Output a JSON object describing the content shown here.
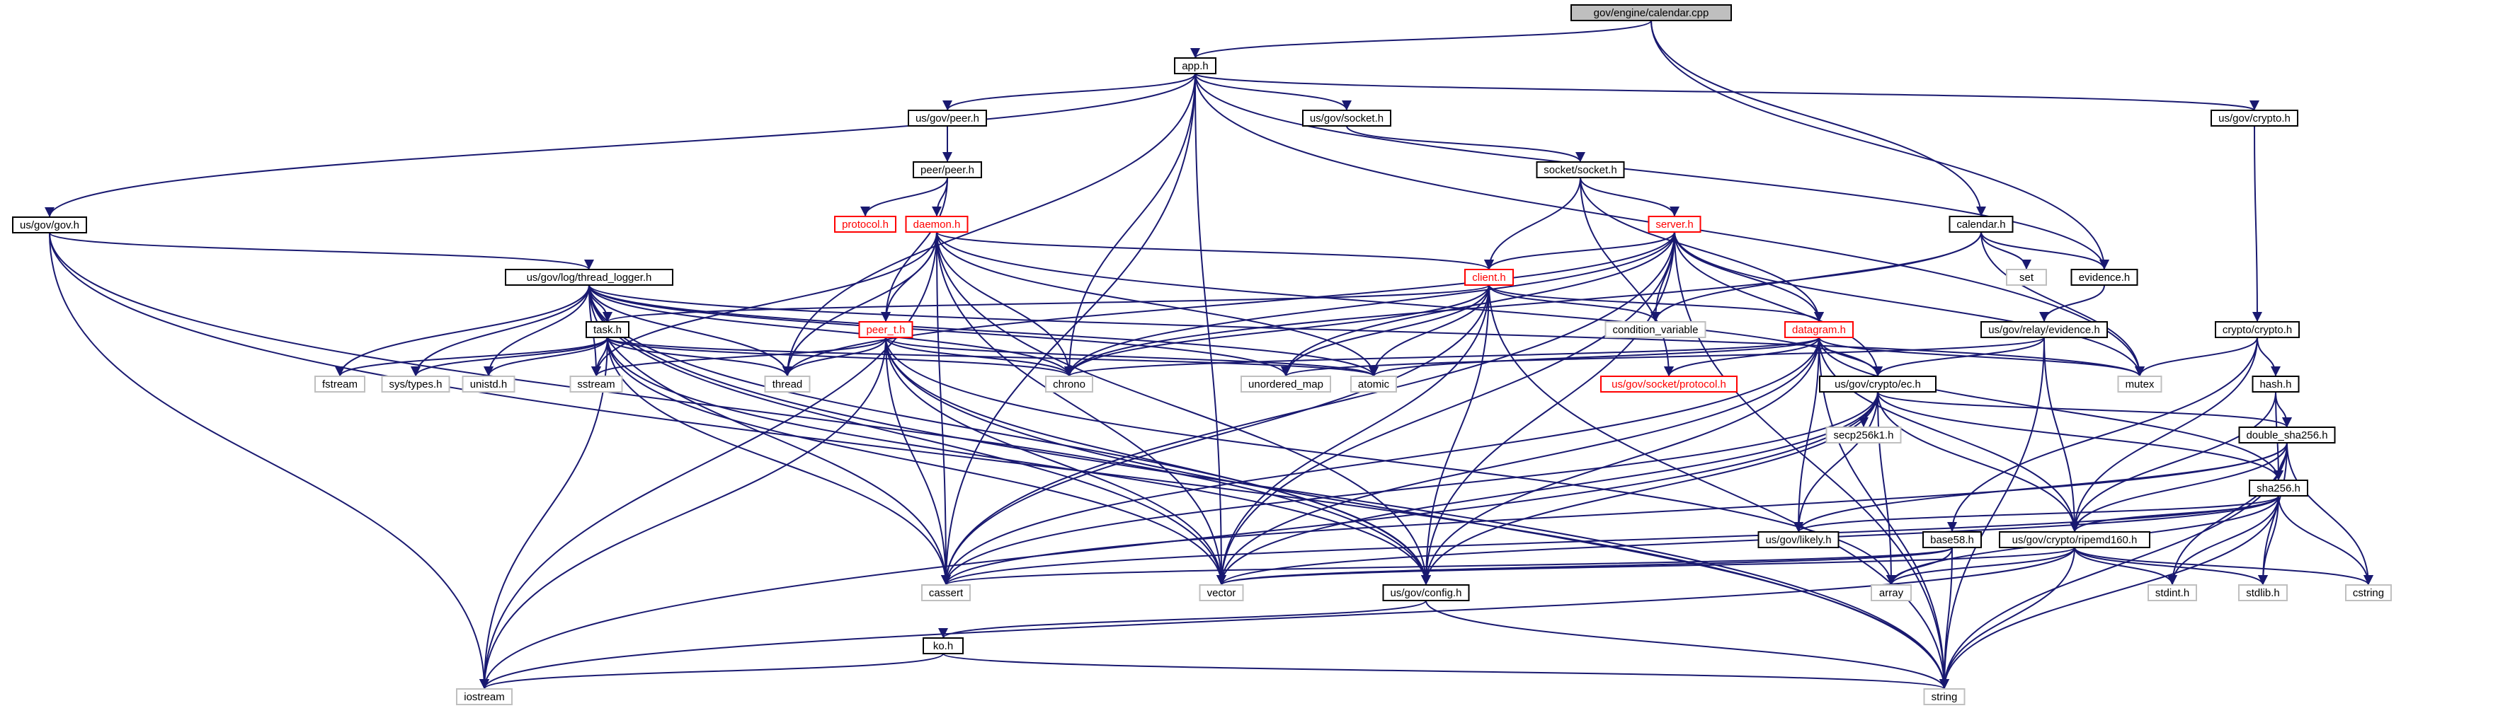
{
  "colors": {
    "edge": "#191970",
    "root_fill": "#bfbfbf",
    "node_fill": "#ffffff",
    "node_border": "#000000",
    "leaf_border": "#bfbfbf",
    "red_border": "#ff0000",
    "red_text": "#ff0000"
  },
  "nodes": [
    {
      "id": "root",
      "label": "gov/engine/calendar.cpp",
      "style": "root"
    },
    {
      "id": "app",
      "label": "app.h",
      "style": "normal"
    },
    {
      "id": "gov",
      "label": "us/gov/gov.h",
      "style": "normal"
    },
    {
      "id": "uspeer",
      "label": "us/gov/peer.h",
      "style": "normal"
    },
    {
      "id": "ussocket",
      "label": "us/gov/socket.h",
      "style": "normal"
    },
    {
      "id": "uscrypto",
      "label": "us/gov/crypto.h",
      "style": "normal"
    },
    {
      "id": "peerpeer",
      "label": "peer/peer.h",
      "style": "normal"
    },
    {
      "id": "socketsocket",
      "label": "socket/socket.h",
      "style": "normal"
    },
    {
      "id": "protocol",
      "label": "protocol.h",
      "style": "red"
    },
    {
      "id": "daemon",
      "label": "daemon.h",
      "style": "red"
    },
    {
      "id": "server",
      "label": "server.h",
      "style": "red"
    },
    {
      "id": "calendar",
      "label": "calendar.h",
      "style": "normal"
    },
    {
      "id": "threadlogger",
      "label": "us/gov/log/thread_logger.h",
      "style": "normal"
    },
    {
      "id": "client",
      "label": "client.h",
      "style": "red"
    },
    {
      "id": "set",
      "label": "set",
      "style": "leaf"
    },
    {
      "id": "evidence",
      "label": "evidence.h",
      "style": "normal"
    },
    {
      "id": "task",
      "label": "task.h",
      "style": "normal"
    },
    {
      "id": "peert",
      "label": "peer_t.h",
      "style": "red"
    },
    {
      "id": "condvar",
      "label": "condition_variable",
      "style": "leaf"
    },
    {
      "id": "datagram",
      "label": "datagram.h",
      "style": "red"
    },
    {
      "id": "relayevidence",
      "label": "us/gov/relay/evidence.h",
      "style": "normal"
    },
    {
      "id": "cryptocrypto",
      "label": "crypto/crypto.h",
      "style": "normal"
    },
    {
      "id": "fstream",
      "label": "fstream",
      "style": "leaf"
    },
    {
      "id": "systypes",
      "label": "sys/types.h",
      "style": "leaf"
    },
    {
      "id": "unistd",
      "label": "unistd.h",
      "style": "leaf"
    },
    {
      "id": "sstream",
      "label": "sstream",
      "style": "leaf"
    },
    {
      "id": "thread",
      "label": "thread",
      "style": "leaf"
    },
    {
      "id": "chrono",
      "label": "chrono",
      "style": "leaf"
    },
    {
      "id": "unorderedmap",
      "label": "unordered_map",
      "style": "leaf"
    },
    {
      "id": "atomic",
      "label": "atomic",
      "style": "leaf"
    },
    {
      "id": "socketprotocol",
      "label": "us/gov/socket/protocol.h",
      "style": "red"
    },
    {
      "id": "ec",
      "label": "us/gov/crypto/ec.h",
      "style": "normal"
    },
    {
      "id": "mutex",
      "label": "mutex",
      "style": "leaf"
    },
    {
      "id": "hash",
      "label": "hash.h",
      "style": "normal"
    },
    {
      "id": "secp",
      "label": "secp256k1.h",
      "style": "leaf"
    },
    {
      "id": "doublesha",
      "label": "double_sha256.h",
      "style": "normal"
    },
    {
      "id": "sha256",
      "label": "sha256.h",
      "style": "normal"
    },
    {
      "id": "likely",
      "label": "us/gov/likely.h",
      "style": "normal"
    },
    {
      "id": "base58",
      "label": "base58.h",
      "style": "normal"
    },
    {
      "id": "ripemd",
      "label": "us/gov/crypto/ripemd160.h",
      "style": "normal"
    },
    {
      "id": "cassert",
      "label": "cassert",
      "style": "leaf"
    },
    {
      "id": "vector",
      "label": "vector",
      "style": "leaf"
    },
    {
      "id": "config",
      "label": "us/gov/config.h",
      "style": "normal"
    },
    {
      "id": "array",
      "label": "array",
      "style": "leaf"
    },
    {
      "id": "stdint",
      "label": "stdint.h",
      "style": "leaf"
    },
    {
      "id": "stdlib",
      "label": "stdlib.h",
      "style": "leaf"
    },
    {
      "id": "cstring",
      "label": "cstring",
      "style": "leaf"
    },
    {
      "id": "ko",
      "label": "ko.h",
      "style": "normal"
    },
    {
      "id": "iostream",
      "label": "iostream",
      "style": "leaf"
    },
    {
      "id": "string",
      "label": "string",
      "style": "leaf"
    }
  ],
  "edges": [
    [
      "root",
      "app"
    ],
    [
      "root",
      "calendar"
    ],
    [
      "root",
      "evidence"
    ],
    [
      "app",
      "gov"
    ],
    [
      "app",
      "uspeer"
    ],
    [
      "app",
      "ussocket"
    ],
    [
      "app",
      "uscrypto"
    ],
    [
      "app",
      "evidence"
    ],
    [
      "app",
      "mutex"
    ],
    [
      "app",
      "chrono"
    ],
    [
      "app",
      "thread"
    ],
    [
      "app",
      "cassert"
    ],
    [
      "app",
      "vector"
    ],
    [
      "gov",
      "threadlogger"
    ],
    [
      "gov",
      "config"
    ],
    [
      "gov",
      "iostream"
    ],
    [
      "gov",
      "string"
    ],
    [
      "uspeer",
      "peerpeer"
    ],
    [
      "ussocket",
      "socketsocket"
    ],
    [
      "uscrypto",
      "cryptocrypto"
    ],
    [
      "peerpeer",
      "protocol"
    ],
    [
      "peerpeer",
      "daemon"
    ],
    [
      "peerpeer",
      "peert"
    ],
    [
      "socketsocket",
      "server"
    ],
    [
      "socketsocket",
      "client"
    ],
    [
      "socketsocket",
      "datagram"
    ],
    [
      "socketsocket",
      "socketprotocol"
    ],
    [
      "daemon",
      "client"
    ],
    [
      "daemon",
      "peert"
    ],
    [
      "daemon",
      "thread"
    ],
    [
      "daemon",
      "chrono"
    ],
    [
      "daemon",
      "vector"
    ],
    [
      "daemon",
      "config"
    ],
    [
      "daemon",
      "atomic"
    ],
    [
      "daemon",
      "sstream"
    ],
    [
      "daemon",
      "iostream"
    ],
    [
      "daemon",
      "cassert"
    ],
    [
      "daemon",
      "ec"
    ],
    [
      "server",
      "client"
    ],
    [
      "server",
      "datagram"
    ],
    [
      "server",
      "condvar"
    ],
    [
      "server",
      "mutex"
    ],
    [
      "server",
      "thread"
    ],
    [
      "server",
      "unorderedmap"
    ],
    [
      "server",
      "chrono"
    ],
    [
      "server",
      "vector"
    ],
    [
      "server",
      "cassert"
    ],
    [
      "server",
      "string"
    ],
    [
      "server",
      "config"
    ],
    [
      "server",
      "ec"
    ],
    [
      "calendar",
      "evidence"
    ],
    [
      "calendar",
      "set"
    ],
    [
      "calendar",
      "mutex"
    ],
    [
      "calendar",
      "condvar"
    ],
    [
      "calendar",
      "chrono"
    ],
    [
      "threadlogger",
      "task"
    ],
    [
      "threadlogger",
      "fstream"
    ],
    [
      "threadlogger",
      "systypes"
    ],
    [
      "threadlogger",
      "unistd"
    ],
    [
      "threadlogger",
      "sstream"
    ],
    [
      "threadlogger",
      "thread"
    ],
    [
      "threadlogger",
      "chrono"
    ],
    [
      "threadlogger",
      "unorderedmap"
    ],
    [
      "threadlogger",
      "atomic"
    ],
    [
      "threadlogger",
      "mutex"
    ],
    [
      "threadlogger",
      "cassert"
    ],
    [
      "threadlogger",
      "vector"
    ],
    [
      "threadlogger",
      "string"
    ],
    [
      "threadlogger",
      "config"
    ],
    [
      "client",
      "datagram"
    ],
    [
      "client",
      "condvar"
    ],
    [
      "client",
      "atomic"
    ],
    [
      "client",
      "chrono"
    ],
    [
      "client",
      "unorderedmap"
    ],
    [
      "client",
      "vector"
    ],
    [
      "client",
      "config"
    ],
    [
      "client",
      "cassert"
    ],
    [
      "client",
      "string"
    ],
    [
      "client",
      "task"
    ],
    [
      "evidence",
      "relayevidence"
    ],
    [
      "task",
      "fstream"
    ],
    [
      "task",
      "systypes"
    ],
    [
      "task",
      "unistd"
    ],
    [
      "task",
      "sstream"
    ],
    [
      "task",
      "thread"
    ],
    [
      "task",
      "chrono"
    ],
    [
      "task",
      "atomic"
    ],
    [
      "task",
      "iostream"
    ],
    [
      "task",
      "cassert"
    ],
    [
      "task",
      "vector"
    ],
    [
      "task",
      "config"
    ],
    [
      "peert",
      "thread"
    ],
    [
      "peert",
      "chrono"
    ],
    [
      "peert",
      "sstream"
    ],
    [
      "peert",
      "iostream"
    ],
    [
      "peert",
      "cassert"
    ],
    [
      "peert",
      "vector"
    ],
    [
      "peert",
      "config"
    ],
    [
      "peert",
      "string"
    ],
    [
      "peert",
      "array"
    ],
    [
      "peert",
      "atomic"
    ],
    [
      "datagram",
      "socketprotocol"
    ],
    [
      "datagram",
      "ec"
    ],
    [
      "datagram",
      "ripemd"
    ],
    [
      "datagram",
      "sha256"
    ],
    [
      "datagram",
      "mutex"
    ],
    [
      "datagram",
      "chrono"
    ],
    [
      "datagram",
      "atomic"
    ],
    [
      "datagram",
      "vector"
    ],
    [
      "datagram",
      "cassert"
    ],
    [
      "datagram",
      "string"
    ],
    [
      "datagram",
      "config"
    ],
    [
      "datagram",
      "likely"
    ],
    [
      "relayevidence",
      "ec"
    ],
    [
      "relayevidence",
      "ripemd"
    ],
    [
      "relayevidence",
      "string"
    ],
    [
      "relayevidence",
      "unorderedmap"
    ],
    [
      "cryptocrypto",
      "hash"
    ],
    [
      "cryptocrypto",
      "ripemd"
    ],
    [
      "cryptocrypto",
      "base58"
    ],
    [
      "cryptocrypto",
      "mutex"
    ],
    [
      "ec",
      "secp"
    ],
    [
      "ec",
      "sha256"
    ],
    [
      "ec",
      "doublesha"
    ],
    [
      "ec",
      "ripemd"
    ],
    [
      "ec",
      "likely"
    ],
    [
      "ec",
      "vector"
    ],
    [
      "ec",
      "cassert"
    ],
    [
      "ec",
      "array"
    ],
    [
      "ec",
      "config"
    ],
    [
      "ec",
      "iostream"
    ],
    [
      "hash",
      "doublesha"
    ],
    [
      "hash",
      "sha256"
    ],
    [
      "hash",
      "ripemd"
    ],
    [
      "doublesha",
      "sha256"
    ],
    [
      "doublesha",
      "ripemd"
    ],
    [
      "doublesha",
      "likely"
    ],
    [
      "doublesha",
      "stdint"
    ],
    [
      "doublesha",
      "stdlib"
    ],
    [
      "doublesha",
      "cstring"
    ],
    [
      "doublesha",
      "string"
    ],
    [
      "doublesha",
      "cassert"
    ],
    [
      "sha256",
      "likely"
    ],
    [
      "sha256",
      "ripemd"
    ],
    [
      "sha256",
      "stdint"
    ],
    [
      "sha256",
      "stdlib"
    ],
    [
      "sha256",
      "cstring"
    ],
    [
      "sha256",
      "array"
    ],
    [
      "sha256",
      "string"
    ],
    [
      "sha256",
      "cassert"
    ],
    [
      "sha256",
      "vector"
    ],
    [
      "base58",
      "cassert"
    ],
    [
      "base58",
      "vector"
    ],
    [
      "base58",
      "array"
    ],
    [
      "base58",
      "string"
    ],
    [
      "ripemd",
      "array"
    ],
    [
      "ripemd",
      "stdint"
    ],
    [
      "ripemd",
      "stdlib"
    ],
    [
      "ripemd",
      "cstring"
    ],
    [
      "ripemd",
      "string"
    ],
    [
      "ripemd",
      "iostream"
    ],
    [
      "ripemd",
      "vector"
    ],
    [
      "config",
      "ko"
    ],
    [
      "config",
      "string"
    ],
    [
      "ko",
      "iostream"
    ],
    [
      "ko",
      "string"
    ]
  ]
}
